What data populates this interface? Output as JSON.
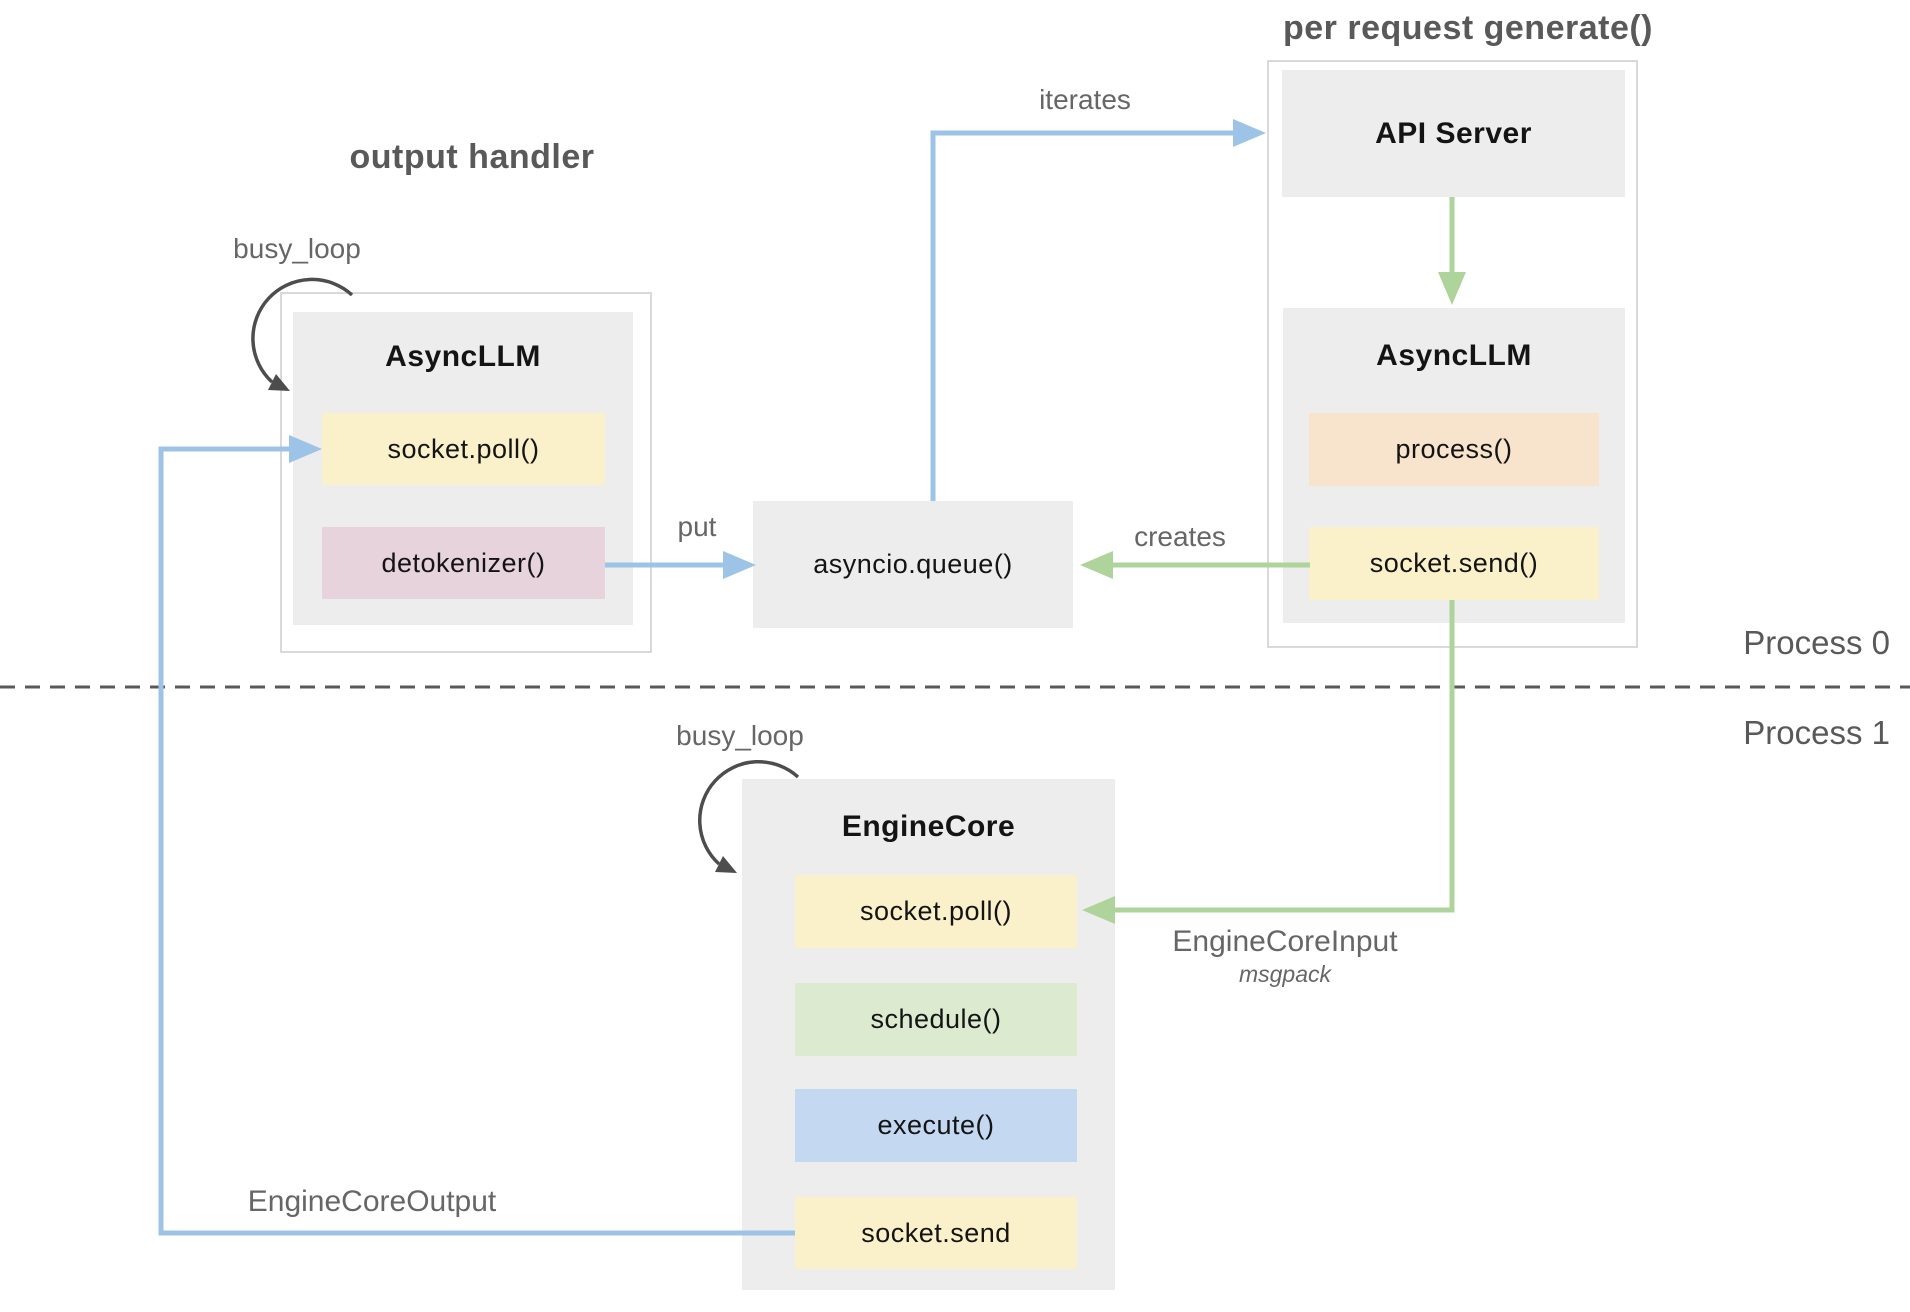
{
  "output_handler": {
    "section_title": "output handler",
    "busy_loop_label": "busy_loop",
    "box_title": "AsyncLLM",
    "socket_poll": "socket.poll()",
    "detokenizer": "detokenizer()"
  },
  "per_request": {
    "section_title": "per request generate()",
    "api_server": "API Server",
    "box_title": "AsyncLLM",
    "process": "process()",
    "socket_send": "socket.send()"
  },
  "queue": {
    "label": "asyncio.queue()"
  },
  "engine_core": {
    "busy_loop_label": "busy_loop",
    "box_title": "EngineCore",
    "socket_poll": "socket.poll()",
    "schedule": "schedule()",
    "execute": "execute()",
    "socket_send": "socket.send"
  },
  "edges": {
    "iterates": "iterates",
    "put": "put",
    "creates": "creates",
    "engine_core_input": "EngineCoreInput",
    "engine_core_input_format": "msgpack",
    "engine_core_output": "EngineCoreOutput"
  },
  "process_boundary": {
    "process0": "Process 0",
    "process1": "Process 1"
  },
  "colors": {
    "blue_arrow": "#9dc3e6",
    "green_arrow": "#aed49c",
    "yellow_box": "#faf0ca",
    "pink_box": "#e7d3dc",
    "peach_box": "#f8e3cc",
    "green_box": "#dcead0",
    "blue_box": "#c5d8f1",
    "gray_box": "#ededed",
    "outer_border": "#d9d9d9",
    "label_gray": "#666666",
    "title_gray": "#595959",
    "loop_arrow": "#4d4d4d"
  }
}
